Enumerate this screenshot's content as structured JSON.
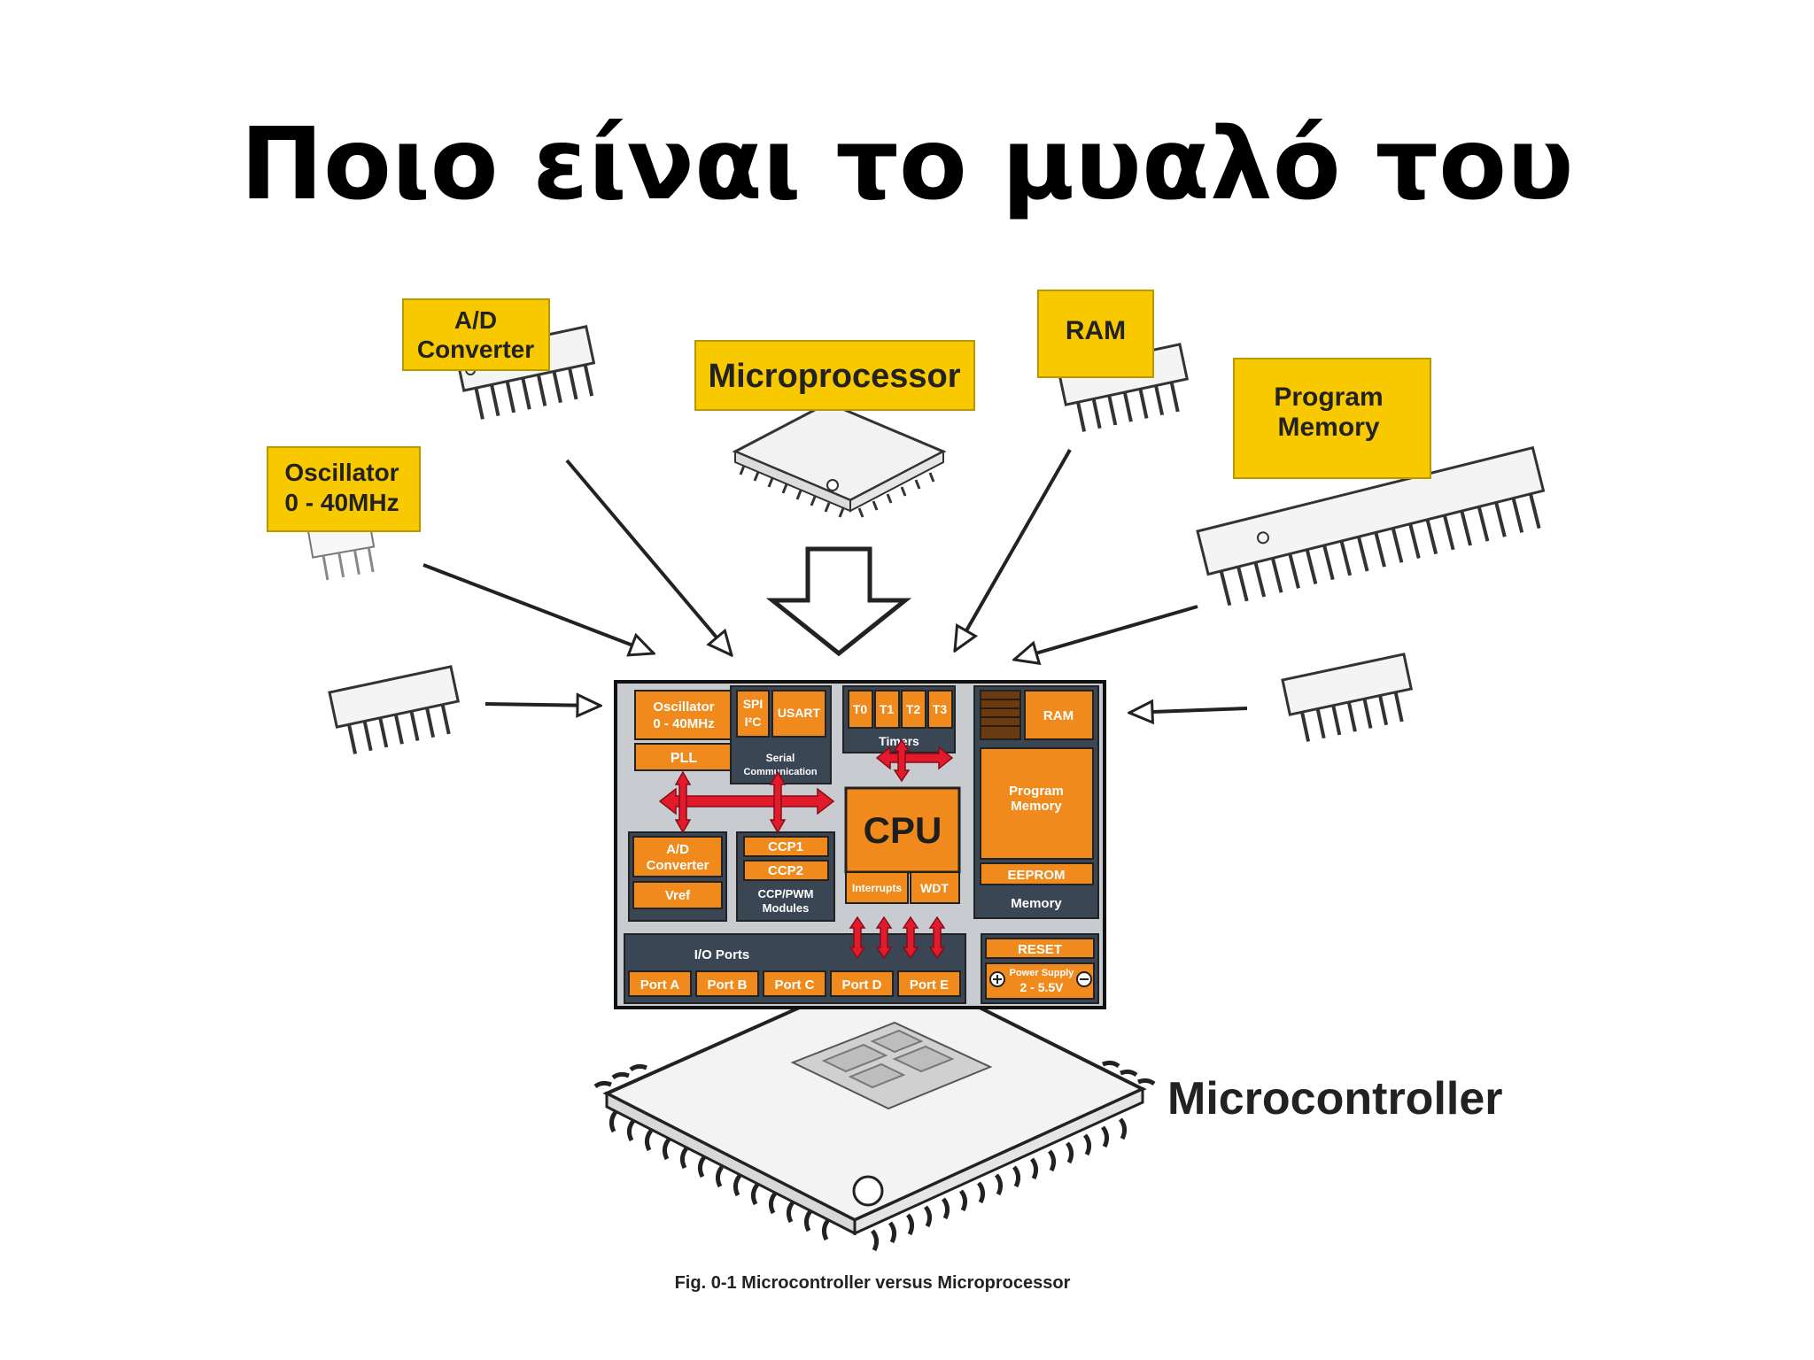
{
  "slide": {
    "title": "Ποιο είναι το μυαλό του"
  },
  "labels": {
    "ad_converter": [
      "A/D",
      "Converter"
    ],
    "microprocessor": "Microprocessor",
    "ram": "RAM",
    "program_memory": [
      "Program",
      "Memory"
    ],
    "oscillator": [
      "Oscillator",
      "0 - 40MHz"
    ],
    "microcontroller": "Microcontroller"
  },
  "chip": {
    "oscillator": [
      "Oscillator",
      "0 - 40MHz"
    ],
    "pll": "PLL",
    "spi": "SPI",
    "i2c": "I²C",
    "usart": "USART",
    "serial": [
      "Serial",
      "Communication"
    ],
    "timers_label": "Timers",
    "timers": [
      "T0",
      "T1",
      "T2",
      "T3"
    ],
    "ram": "RAM",
    "program_memory": [
      "Program",
      "Memory"
    ],
    "eeprom": "EEPROM",
    "memory": "Memory",
    "cpu": "CPU",
    "interrupts": "Interrupts",
    "wdt": "WDT",
    "ad_converter": [
      "A/D",
      "Converter"
    ],
    "vref": "Vref",
    "ccp1": "CCP1",
    "ccp2": "CCP2",
    "ccp_modules": [
      "CCP/PWM",
      "Modules"
    ],
    "io_ports": "I/O Ports",
    "ports": [
      "Port A",
      "Port B",
      "Port C",
      "Port D",
      "Port E"
    ],
    "reset": "RESET",
    "power_supply": [
      "Power Supply",
      "2 - 5.5V"
    ]
  },
  "caption": "Fig. 0-1 Microcontroller versus Microprocessor",
  "colors": {
    "label_bg": "#f9c900",
    "block": "#f08a1c",
    "chip_bg": "#c8ccd0",
    "dark_block": "#3a4654",
    "arrow_red": "#e21b2c"
  }
}
